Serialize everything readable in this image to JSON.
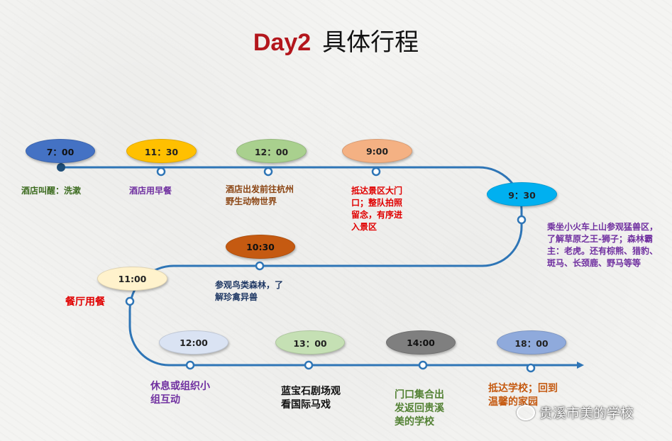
{
  "title": {
    "day": "Day2",
    "text": "具体行程"
  },
  "stops": [
    {
      "time": "7：00",
      "label": [
        "酒店叫醒：洗漱"
      ],
      "ellipse_color": "#4472c4",
      "label_color": "#3c6b1f"
    },
    {
      "time": "11：30",
      "label": [
        "酒店用早餐"
      ],
      "ellipse_color": "#ffc000",
      "label_color": "#7030a0"
    },
    {
      "time": "12：00",
      "label": [
        "酒店出发前往杭州",
        "野生动物世界"
      ],
      "ellipse_color": "#a9d08e",
      "label_color": "#8b4513"
    },
    {
      "time": "9:00",
      "label": [
        "抵达景区大门",
        "口；整队拍照",
        "留念，有序进",
        "入景区"
      ],
      "ellipse_color": "#f4b183",
      "label_color": "#e00000"
    },
    {
      "time": "9：30",
      "label": [
        "乘坐小火车上山参观猛兽区，",
        "了解草原之王-狮子；森林霸",
        "主：老虎。还有棕熊、猎豹、",
        "斑马、长颈鹿、野马等等"
      ],
      "ellipse_color": "#00b0f0",
      "label_color": "#7030a0"
    },
    {
      "time": "10:30",
      "label": [
        "参观鸟类森林，了",
        "解珍禽异兽"
      ],
      "ellipse_color": "#c55a11",
      "label_color": "#1f3864"
    },
    {
      "time": "11:00",
      "label": [
        "餐厅用餐"
      ],
      "ellipse_color": "#fff2cc",
      "label_color": "#e00000"
    },
    {
      "time": "12:00",
      "label": [
        "休息或组织小",
        "组互动"
      ],
      "ellipse_color": "#dae3f3",
      "label_color": "#7030a0"
    },
    {
      "time": "13：00",
      "label": [
        "蓝宝石剧场观",
        "看国际马戏"
      ],
      "ellipse_color": "#c5e0b4",
      "label_color": "#111111"
    },
    {
      "time": "14:00",
      "label": [
        "门口集合出",
        "发返回贵溪",
        "美的学校"
      ],
      "ellipse_color": "#7f7f7f",
      "label_color": "#548235"
    },
    {
      "time": "18：00",
      "label": [
        "抵达学校；回到",
        "温馨的家园"
      ],
      "ellipse_color": "#8faadc",
      "label_color": "#c55a11"
    }
  ],
  "watermark": "贵溪市美的学校",
  "watermark_icon": "wechat-icon",
  "colors": {
    "track": "#2e75b6",
    "title_day": "#b3161c"
  }
}
